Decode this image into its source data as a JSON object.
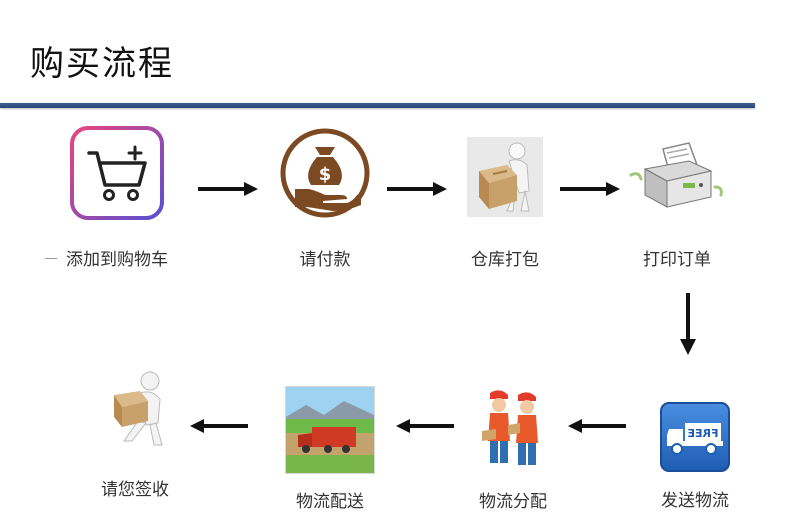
{
  "title": "购买流程",
  "steps": [
    {
      "label": "添加到购物车",
      "icon": "shopping-cart-icon"
    },
    {
      "label": "请付款",
      "icon": "money-bag-hand-icon"
    },
    {
      "label": "仓库打包",
      "icon": "person-carrying-box-icon"
    },
    {
      "label": "打印订单",
      "icon": "printer-icon"
    },
    {
      "label": "发送物流",
      "icon": "free-delivery-truck-icon"
    },
    {
      "label": "物流分配",
      "icon": "workers-with-parcels-icon"
    },
    {
      "label": "物流配送",
      "icon": "truck-on-road-icon"
    },
    {
      "label": "请您签收",
      "icon": "person-receiving-package-icon"
    }
  ],
  "truck_badge": "FREE",
  "colors": {
    "rule": "#3a5a8c",
    "cart_gradient_start": "#e74c8b",
    "cart_gradient_end": "#5a4fd1",
    "coin": "#7b4a23",
    "box": "#c8a06a",
    "truck_blue": "#2a6fc7",
    "arrow": "#111111"
  }
}
